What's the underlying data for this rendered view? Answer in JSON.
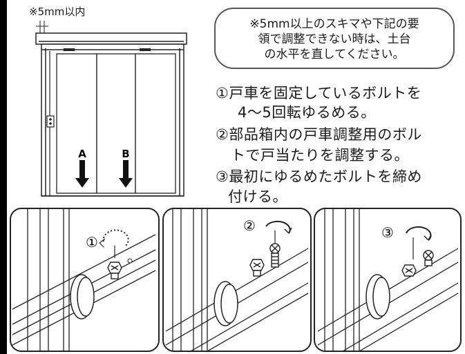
{
  "gap_label": "※5mm以内",
  "callout": {
    "lines": [
      "※5mm以上のスキマや下記の要",
      "領で調整できない時は、土台",
      "の水平を直してください。"
    ]
  },
  "steps": [
    "①戸車を固定しているボルトを",
    "4～5回転ゆるめる。",
    "②部品箱内の戸車調整用のボル",
    "トで戸当たりを調整する。",
    "③最初にゆるめたボルトを締め",
    "付ける。"
  ],
  "door_labels": {
    "left": "A",
    "right": "B"
  },
  "panels": [
    {
      "number": "①"
    },
    {
      "number": "②"
    },
    {
      "number": "③"
    }
  ]
}
